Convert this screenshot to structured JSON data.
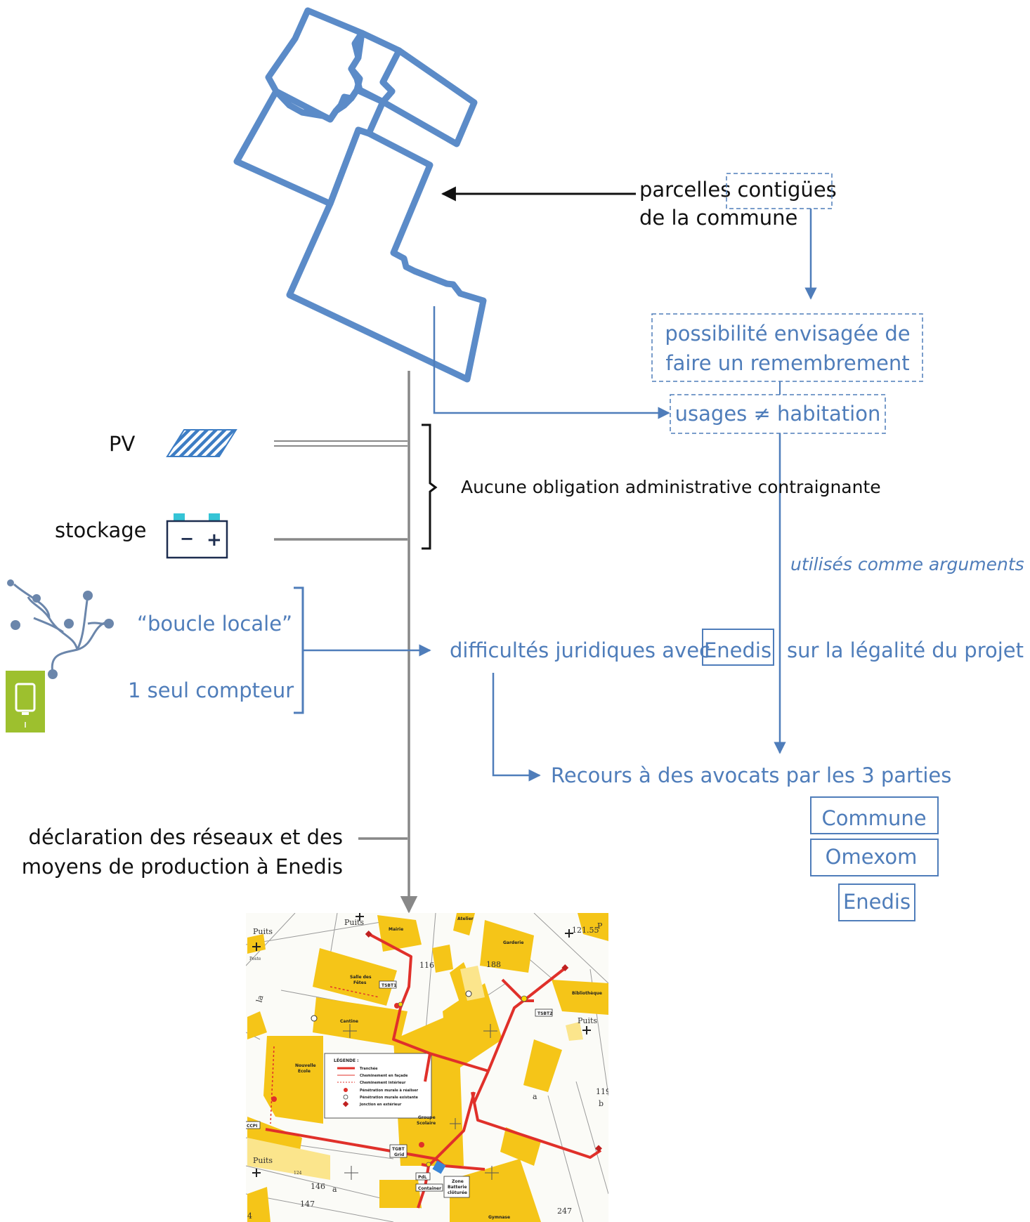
{
  "parcels": {
    "label_line1": "parcelles contigües",
    "label_line2": "de la commune"
  },
  "remembrement": {
    "line1": "possibilité envisagée de",
    "line2": "faire un remembrement"
  },
  "usages": "usages ≠ habitation",
  "pv_label": "PV",
  "stockage_label": "stockage",
  "battery_minus": "−",
  "battery_plus": "+",
  "obligation": "Aucune obligation administrative contraignante",
  "arguments_label": "utilisés comme arguments",
  "boucle_locale": "“boucle locale”",
  "compteur": "1 seul compteur",
  "difficultes": {
    "prefix": "difficultés juridiques avec",
    "enedis": "Enedis",
    "suffix": "sur la légalité du projet"
  },
  "recours": "Recours à des avocats par les 3 parties",
  "parties": [
    "Commune",
    "Omexom",
    "Enedis"
  ],
  "declaration": {
    "line1": "déclaration des réseaux et des",
    "line2": "moyens de production à Enedis"
  },
  "map": {
    "labels": {
      "puits1": "Puits",
      "puits2": "Puits",
      "puits3": "Puits",
      "puits4": "Puits",
      "poste": "Poste",
      "mairie": "Mairie",
      "atelier": "Atelier",
      "garderie": "Garderie",
      "bibliotheque": "Bibliothèque",
      "salle_fetes_1": "Salle des",
      "salle_fetes_2": "Fêtes",
      "cantine": "Cantine",
      "nouvelle_ecole_1": "Nouvelle",
      "nouvelle_ecole_2": "Ecole",
      "groupe_scolaire_1": "Groupe",
      "groupe_scolaire_2": "Scolaire",
      "gymnase": "Gymnase",
      "tsbt1": "TSBT1",
      "tsbt2": "TSBT2",
      "tgbt_1": "TGBT",
      "tgbt_2": "Grid",
      "ccpi": "CCPI",
      "pdl": "PdL",
      "container": "Container",
      "zone_1": "Zone",
      "zone_2": "Batterie",
      "zone_3": "clôturée",
      "n116": "116",
      "n188": "188",
      "n121": "121.55",
      "n119": "119",
      "nb": "b",
      "na1": "a",
      "na2": "a",
      "n146": "146",
      "n147": "147",
      "n247": "247",
      "n124": "124",
      "nla": "la",
      "n4": "4",
      "nP": "P"
    },
    "legend": {
      "title": "LÉGENDE :",
      "items": [
        "Tranchée",
        "Cheminement en façade",
        "Cheminement intérieur",
        "Pénétration murale à réaliser",
        "Pénétration murale existante",
        "Jonction en extérieur"
      ]
    }
  },
  "colors": {
    "blue": "#4f7dba",
    "parcel_blue": "#5b8bc8",
    "black": "#111111",
    "gray": "#888888",
    "map_yellow": "#f5c518",
    "map_red": "#e0302a",
    "phone_green": "#9dc02e",
    "battery_cyan": "#35c4d6",
    "battery_navy": "#1d2d4f"
  },
  "icons": [
    "solar-panel-icon",
    "battery-icon",
    "network-tree-icon",
    "smart-meter-icon"
  ]
}
